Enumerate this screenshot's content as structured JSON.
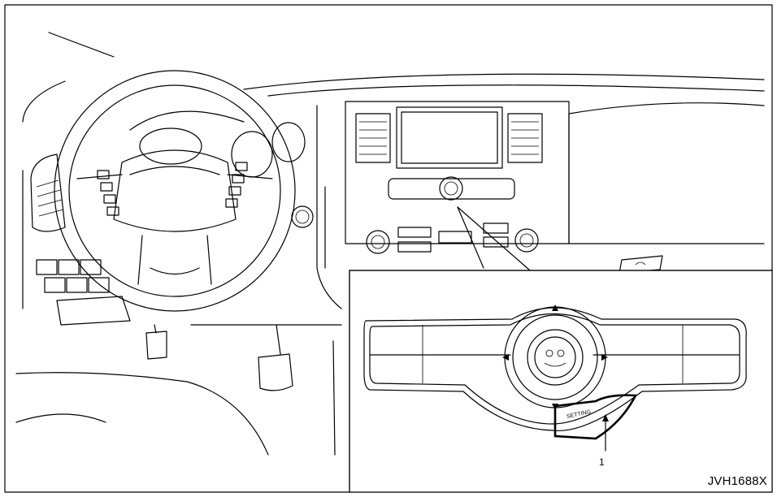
{
  "diagram": {
    "reference_code": "JVH1688X",
    "callout_number": "1",
    "button_text": "SETTING"
  }
}
